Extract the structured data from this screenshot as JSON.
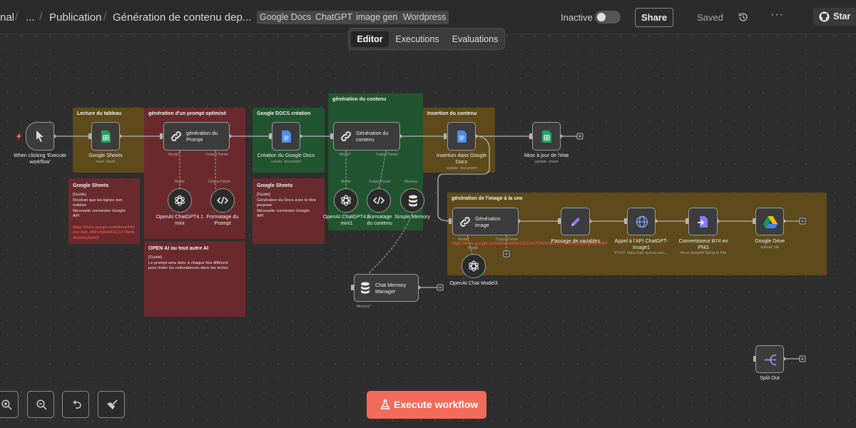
{
  "breadcrumb": {
    "project": "nal",
    "ellipsis": "...",
    "folder": "Publication",
    "workflow": "Génération de contenu dep..."
  },
  "tags": [
    "Google Docs",
    "ChatGPT",
    "image gen",
    "Wordpress"
  ],
  "status": {
    "inactive_label": "Inactive",
    "active": false
  },
  "actions": {
    "share": "Share",
    "saved": "Saved"
  },
  "github": {
    "star": "Star"
  },
  "tabs": [
    {
      "label": "Editor",
      "active": true
    },
    {
      "label": "Executions",
      "active": false
    },
    {
      "label": "Evaluations",
      "active": false
    }
  ],
  "stickies": {
    "lecture": "Lecture du tableau",
    "prompt": "génération d'un prompt optimisé",
    "gdocs": "Google DOCS création",
    "contenu": "génération du contenu",
    "insertion": "Insertion du contenu",
    "image": "génération de l'image à la une"
  },
  "notes": {
    "sheets1": {
      "title": "Google Sheets",
      "lines": [
        "[Guide]",
        "N'extrait que les lignes non",
        "traitées",
        "Nécessite connexion Google",
        "API"
      ],
      "link": "https://drive.google.com/drive/folders/1lkd_dWrx7HbrDFsC1YTbm54sGKEpfUNO"
    },
    "openai": {
      "title": "OPEN AI ou tout autre AI",
      "lines": [
        "[Guide]",
        "Le prompt sera donc à chaque fois différent",
        "pour éviter les redondances dans les textes"
      ]
    },
    "sheets2": {
      "title": "Google Sheets",
      "lines": [
        "[Guide]",
        "Génération du Docs avec le titre",
        "proposé",
        "Nécessite connexion Google",
        "API"
      ]
    }
  },
  "nodes": {
    "trigger": {
      "label": "When clicking 'Execute workflow'"
    },
    "sheets": {
      "label": "Google Sheets",
      "sub": "read: sheet"
    },
    "gen_prompt": {
      "label": "génération du Prompt"
    },
    "openai_41": {
      "label": "OpenAI ChatGPT4.1 mini"
    },
    "format_prompt": {
      "label": "Formatage du Prompt"
    },
    "create_doc": {
      "label": "Création du Google Docs",
      "sub": "create: document"
    },
    "gen_contenu": {
      "label": "Génération du contenu"
    },
    "openai_41_2": {
      "label": "OpenAI ChatGPT4.1 mini1"
    },
    "format_contenu": {
      "label": "Formatage du contenu"
    },
    "simple_memory": {
      "label": "Simple Memory"
    },
    "insert_doc": {
      "label": "Insertion dans Google Docs",
      "sub": "update: document"
    },
    "update_state": {
      "label": "Mise à jour de l'état",
      "sub": "update: sheet"
    },
    "gen_image": {
      "label": "Génération image"
    },
    "openai_chat3": {
      "label": "OpenAI Chat Model3"
    },
    "variables": {
      "label": "Passage de variables"
    },
    "api_image": {
      "label": "Appel à l'API ChatGPT-Image1",
      "sub": "POST: https://api.openai.com..."
    },
    "convert": {
      "label": "Convertisseur B74 en PNG",
      "sub": "Move Base64 String to File"
    },
    "gdrive": {
      "label": "Google Drive",
      "sub": "upload: file"
    },
    "chat_memory": {
      "label": "Chat Memory Manager"
    },
    "split_out": {
      "label": "Split Out"
    }
  },
  "ports": {
    "model": "Model",
    "model_req": "Model*",
    "output_parser": "Output Parser",
    "memory": "Memory",
    "memory_req": "Memory*"
  },
  "drive_url": "https://drive.google.com/drive/folders/1rExocFPKWdDVVZSmcHiCKyRbykMvM4H",
  "execute": {
    "label": "Execute workflow"
  },
  "colors": {
    "accent": "#f26b5b",
    "sticky_yellow": "#5e4a1b",
    "sticky_red": "#6a2a2d",
    "sticky_green": "#20552f",
    "sheets": "#21a464",
    "docs": "#4a8df0"
  }
}
